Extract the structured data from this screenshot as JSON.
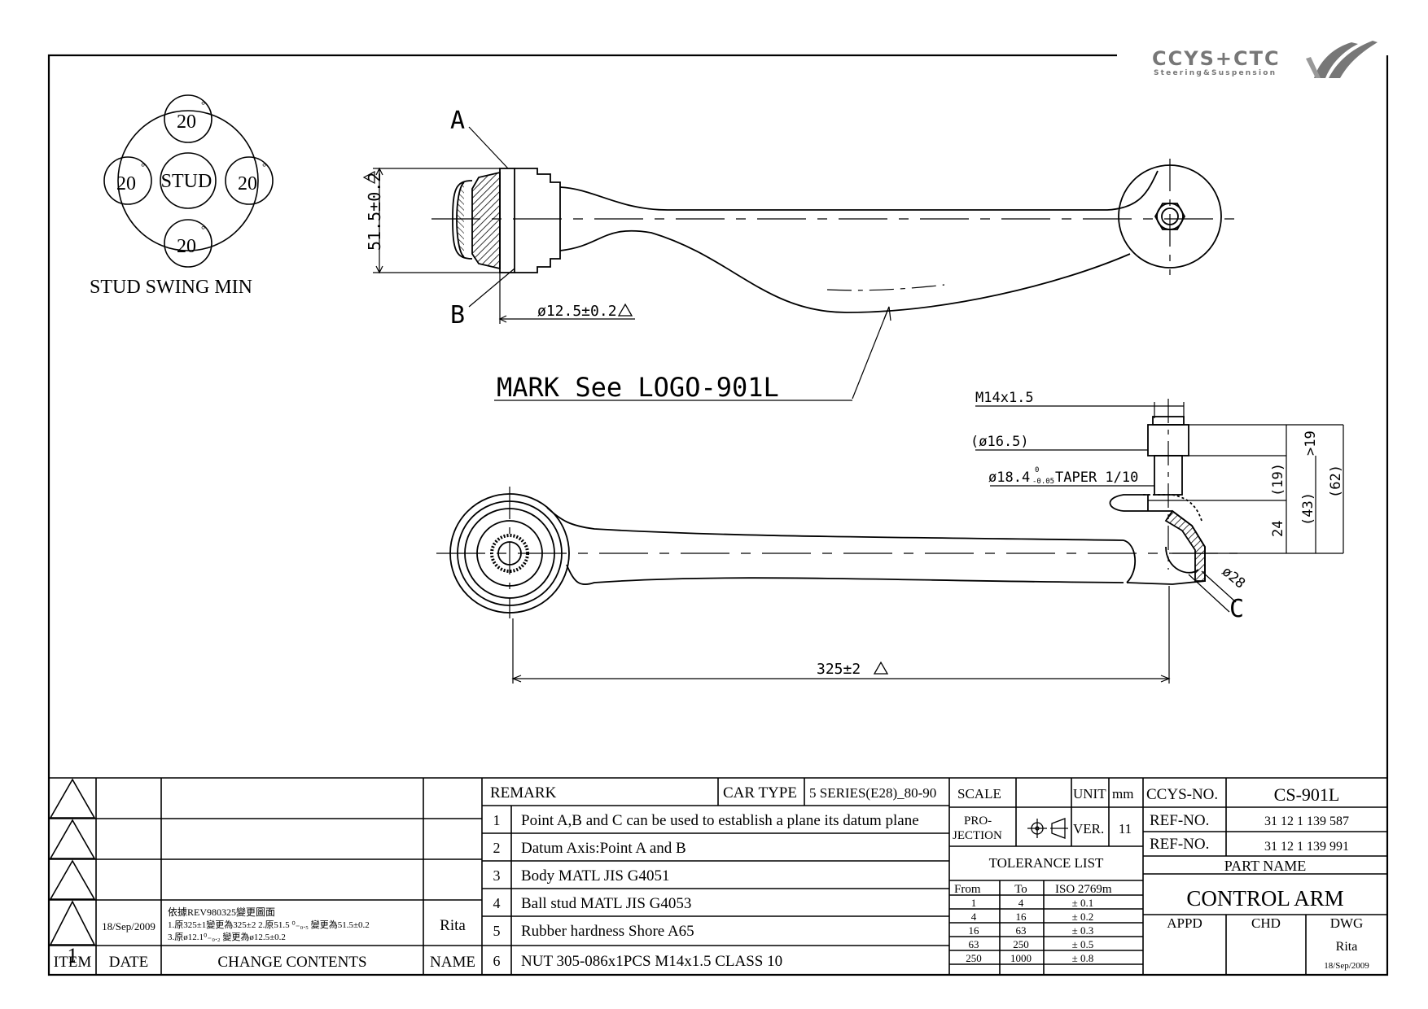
{
  "logo": {
    "brand": "CCYS+CTC",
    "tagline": "Steering&Suspension"
  },
  "stud_swing": {
    "center_label": "STUD",
    "angles": [
      "20",
      "20",
      "20",
      "20"
    ],
    "degree_symbol": "°",
    "caption": "STUD SWING MIN"
  },
  "top_view": {
    "label_a": "A",
    "label_b": "B",
    "dim_height": "51.5±0.2",
    "dim_bushing": "ø12.5±0.2",
    "mark_note": "MARK See LOGO-901L"
  },
  "bottom_view": {
    "dim_thread": "M14x1.5",
    "dim_dia": "(ø16.5)",
    "dim_taper_main": "ø18.4",
    "dim_taper_upper": "0",
    "dim_taper_lower": "-0.05",
    "dim_taper_text": "TAPER 1/10",
    "dim_19": ">19",
    "dim_19p": "(19)",
    "dim_43": "(43)",
    "dim_62": "(62)",
    "dim_24": "24",
    "dim_28": "ø28",
    "label_c": "C",
    "dim_length": "325±2"
  },
  "revision": {
    "rows": [
      {
        "item": "",
        "date": "",
        "changes": [],
        "name": ""
      },
      {
        "item": "",
        "date": "",
        "changes": [],
        "name": ""
      },
      {
        "item": "",
        "date": "",
        "changes": [],
        "name": ""
      },
      {
        "item": "1",
        "date": "18/Sep/2009",
        "changes": [
          "依據REV980325變更圖面",
          "1.原325±1變更為325±2  2.原51.5 ⁰₋₀.₅ 變更為51.5±0.2",
          "3.原ø12.1⁰₋₀.₂ 變更為ø12.5±0.2"
        ],
        "name": "Rita"
      }
    ],
    "headers": {
      "item": "ITEM",
      "date": "DATE",
      "changes": "CHANGE CONTENTS",
      "name": "NAME"
    }
  },
  "remarks": {
    "header": "REMARK",
    "car_type_label": "CAR TYPE",
    "car_type_value": "5 SERIES(E28)_80-90",
    "items": [
      {
        "no": "1",
        "text": "Point A,B and C can be used to establish a plane its datum plane"
      },
      {
        "no": "2",
        "text": "Datum Axis:Point A and B"
      },
      {
        "no": "3",
        "text": "Body MATL JIS G4051"
      },
      {
        "no": "4",
        "text": "Ball stud MATL JIS G4053"
      },
      {
        "no": "5",
        "text": "Rubber hardness Shore A65"
      },
      {
        "no": "6",
        "text": "NUT 305-086x1PCS M14x1.5 CLASS 10"
      }
    ]
  },
  "spec": {
    "scale_label": "SCALE",
    "scale_value": "",
    "unit_label": "UNIT",
    "unit_value": "mm",
    "projection_label_1": "PRO-",
    "projection_label_2": "JECTION",
    "ver_label": "VER.",
    "ver_value": "11"
  },
  "tolerance": {
    "title": "TOLERANCE LIST",
    "headers": [
      "From",
      "To",
      "ISO 2769m"
    ],
    "rows": [
      [
        "1",
        "4",
        "± 0.1"
      ],
      [
        "4",
        "16",
        "± 0.2"
      ],
      [
        "16",
        "63",
        "± 0.3"
      ],
      [
        "63",
        "250",
        "± 0.5"
      ],
      [
        "250",
        "1000",
        "± 0.8"
      ]
    ]
  },
  "title_block": {
    "ccys_label": "CCYS-NO.",
    "ccys_value": "CS-901L",
    "ref1_label": "REF-NO.",
    "ref1_value": "31 12 1 139 587",
    "ref2_label": "REF-NO.",
    "ref2_value": "31 12 1 139 991",
    "part_name_label": "PART NAME",
    "part_name_value": "CONTROL ARM",
    "appd_label": "APPD",
    "chd_label": "CHD",
    "dwg_label": "DWG",
    "appd_value": "",
    "chd_value": "",
    "dwg_value": "Rita",
    "dwg_date": "18/Sep/2009"
  }
}
